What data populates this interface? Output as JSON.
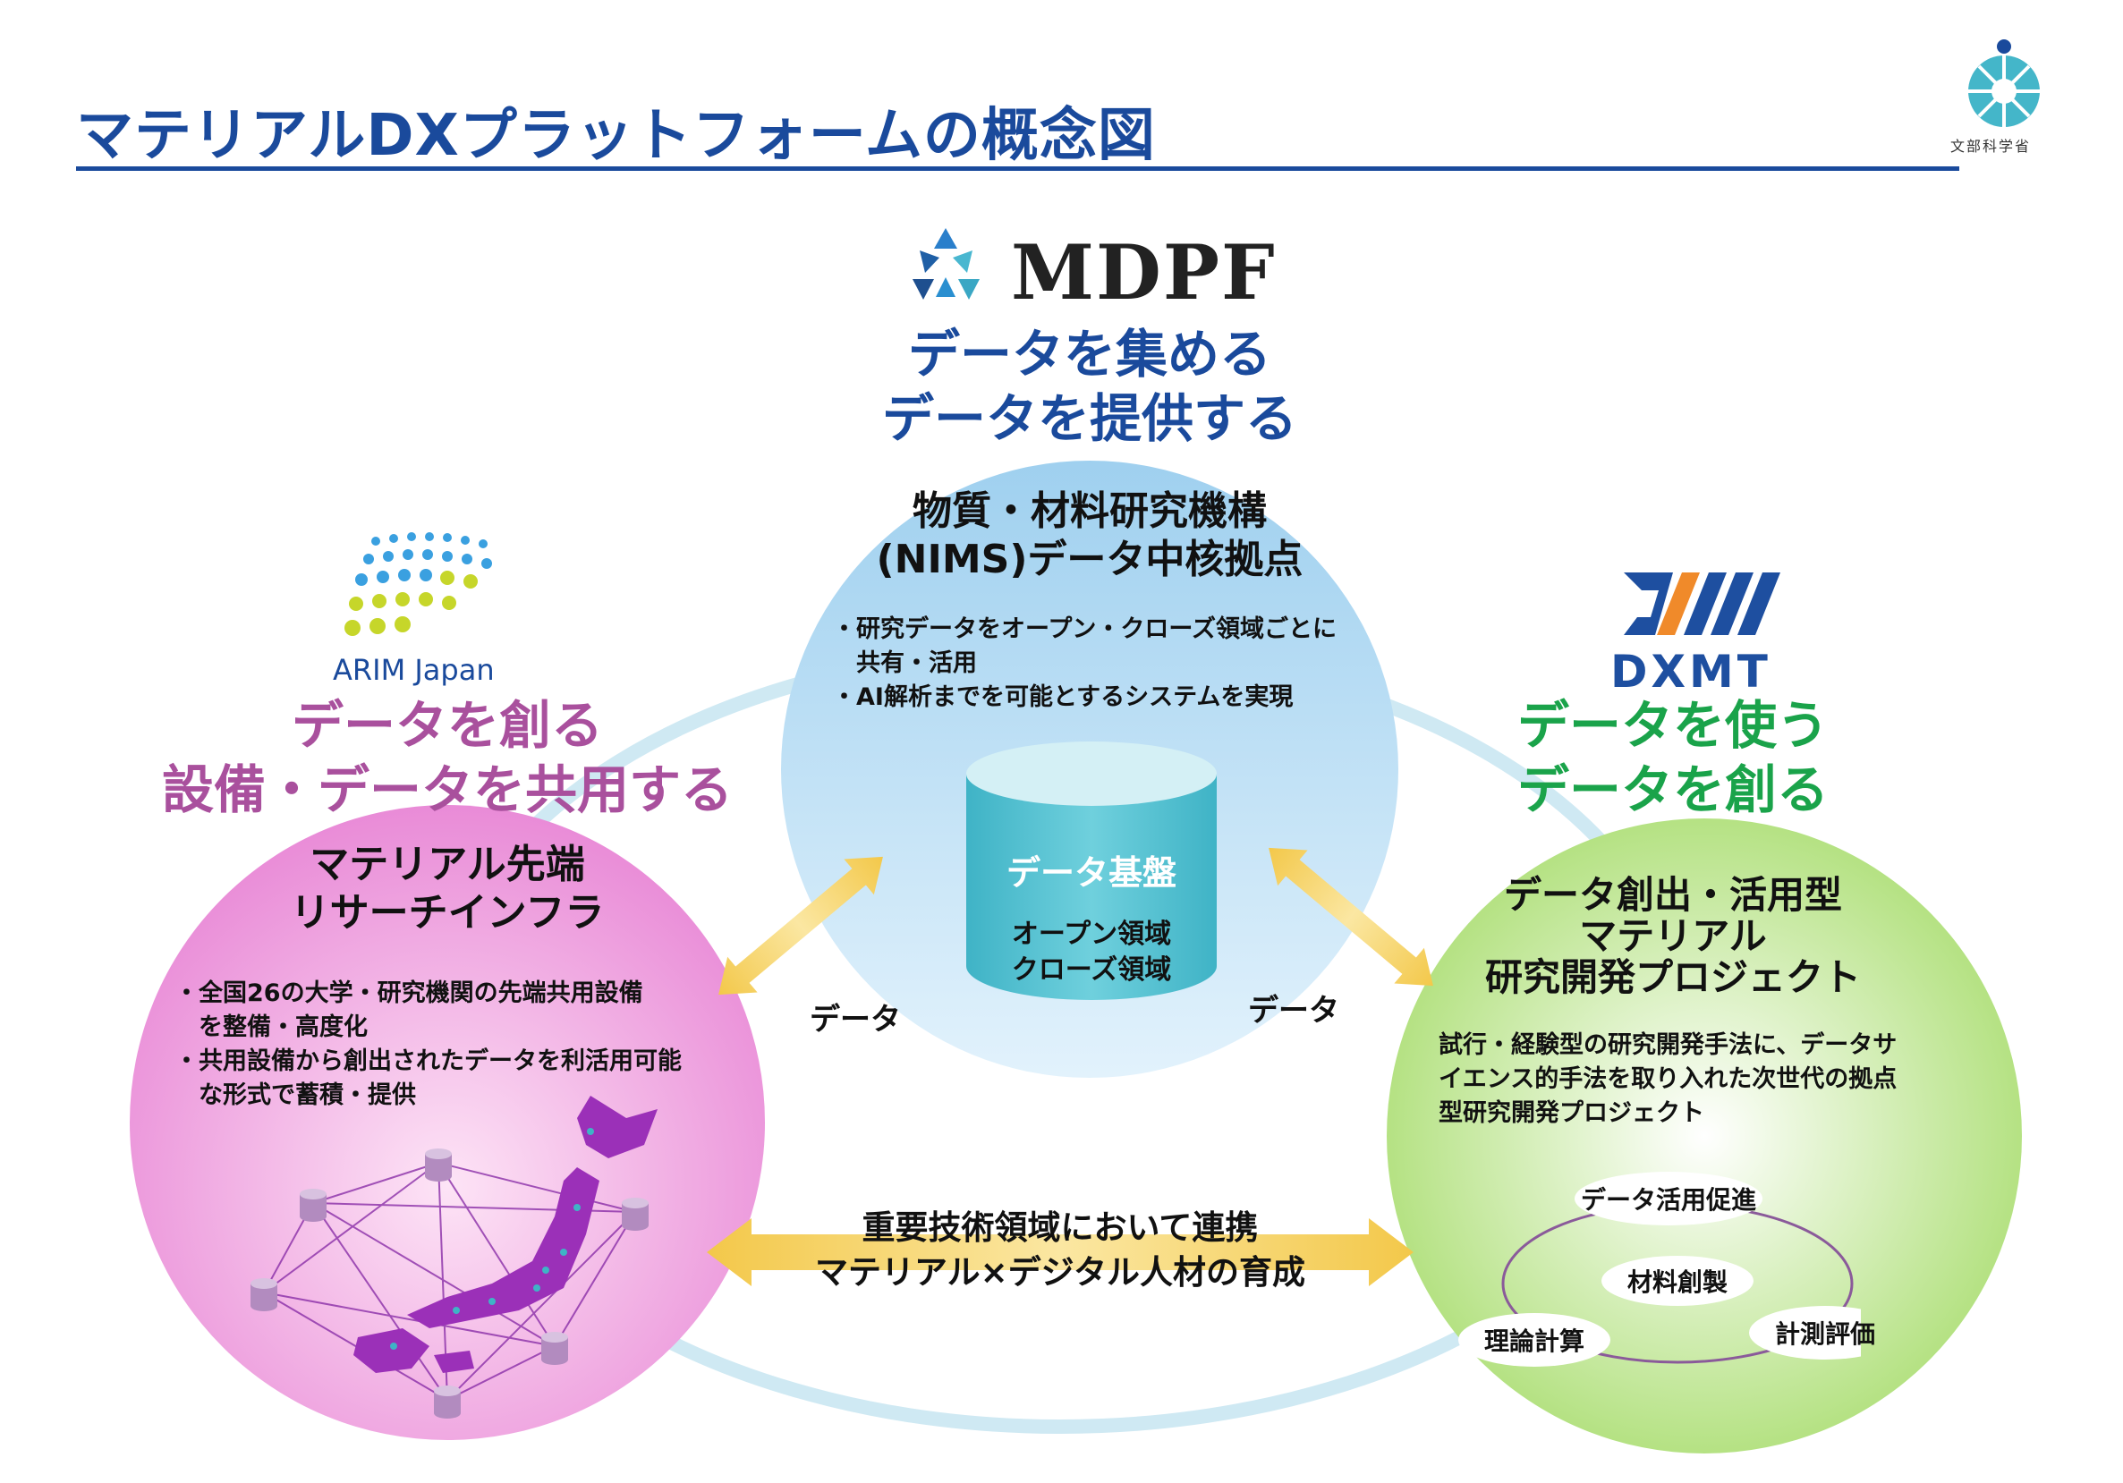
{
  "header": {
    "title": "マテリアルDXプラットフォームの概念図",
    "ministry_label": "文部科学省"
  },
  "center": {
    "logo_text": "MDPF",
    "heading_lines": [
      "データを集める",
      "データを提供する"
    ],
    "org_lines": [
      "物質・材料研究機構",
      "(NIMS)データ中核拠点"
    ],
    "bullets": [
      "・研究データをオープン・クローズ領域ごとに",
      "　共有・活用",
      "・AI解析までを可能とするシステムを実現"
    ],
    "database_title": "データ基盤",
    "database_lines": [
      "オープン領域",
      "クローズ領域"
    ]
  },
  "left": {
    "logo_text": "ARIM Japan",
    "heading_lines": [
      "データを創る",
      "設備・データを共用する"
    ],
    "org_lines": [
      "マテリアル先端",
      "リサーチインフラ"
    ],
    "bullets": [
      "・全国26の大学・研究機関の先端共用設備",
      "　を整備・高度化",
      "・共用設備から創出されたデータを利活用可能",
      "　な形式で蓄積・提供"
    ]
  },
  "right": {
    "logo_text": "DXMT",
    "heading_lines": [
      "データを使う",
      "データを創る"
    ],
    "org_lines": [
      "データ創出・活用型",
      "マテリアル",
      "研究開発プロジェクト"
    ],
    "description_lines": [
      "試行・経験型の研究開発手法に、データサ",
      "イエンス的手法を取り入れた次世代の拠点",
      "型研究開発プロジェクト"
    ],
    "cycle": {
      "top": "データ活用促進",
      "center": "材料創製",
      "left": "理論計算",
      "right": "計測評価"
    }
  },
  "arrows": {
    "left_label": "データ",
    "right_label": "データ",
    "bottom_lines": [
      "重要技術領域において連携",
      "マテリアル×デジタル人材の育成"
    ]
  },
  "colors": {
    "title_blue": "#1a4a9c",
    "purple": "#a9509d",
    "green": "#1aa34a",
    "arrow_yellow": "#f5d35a"
  }
}
